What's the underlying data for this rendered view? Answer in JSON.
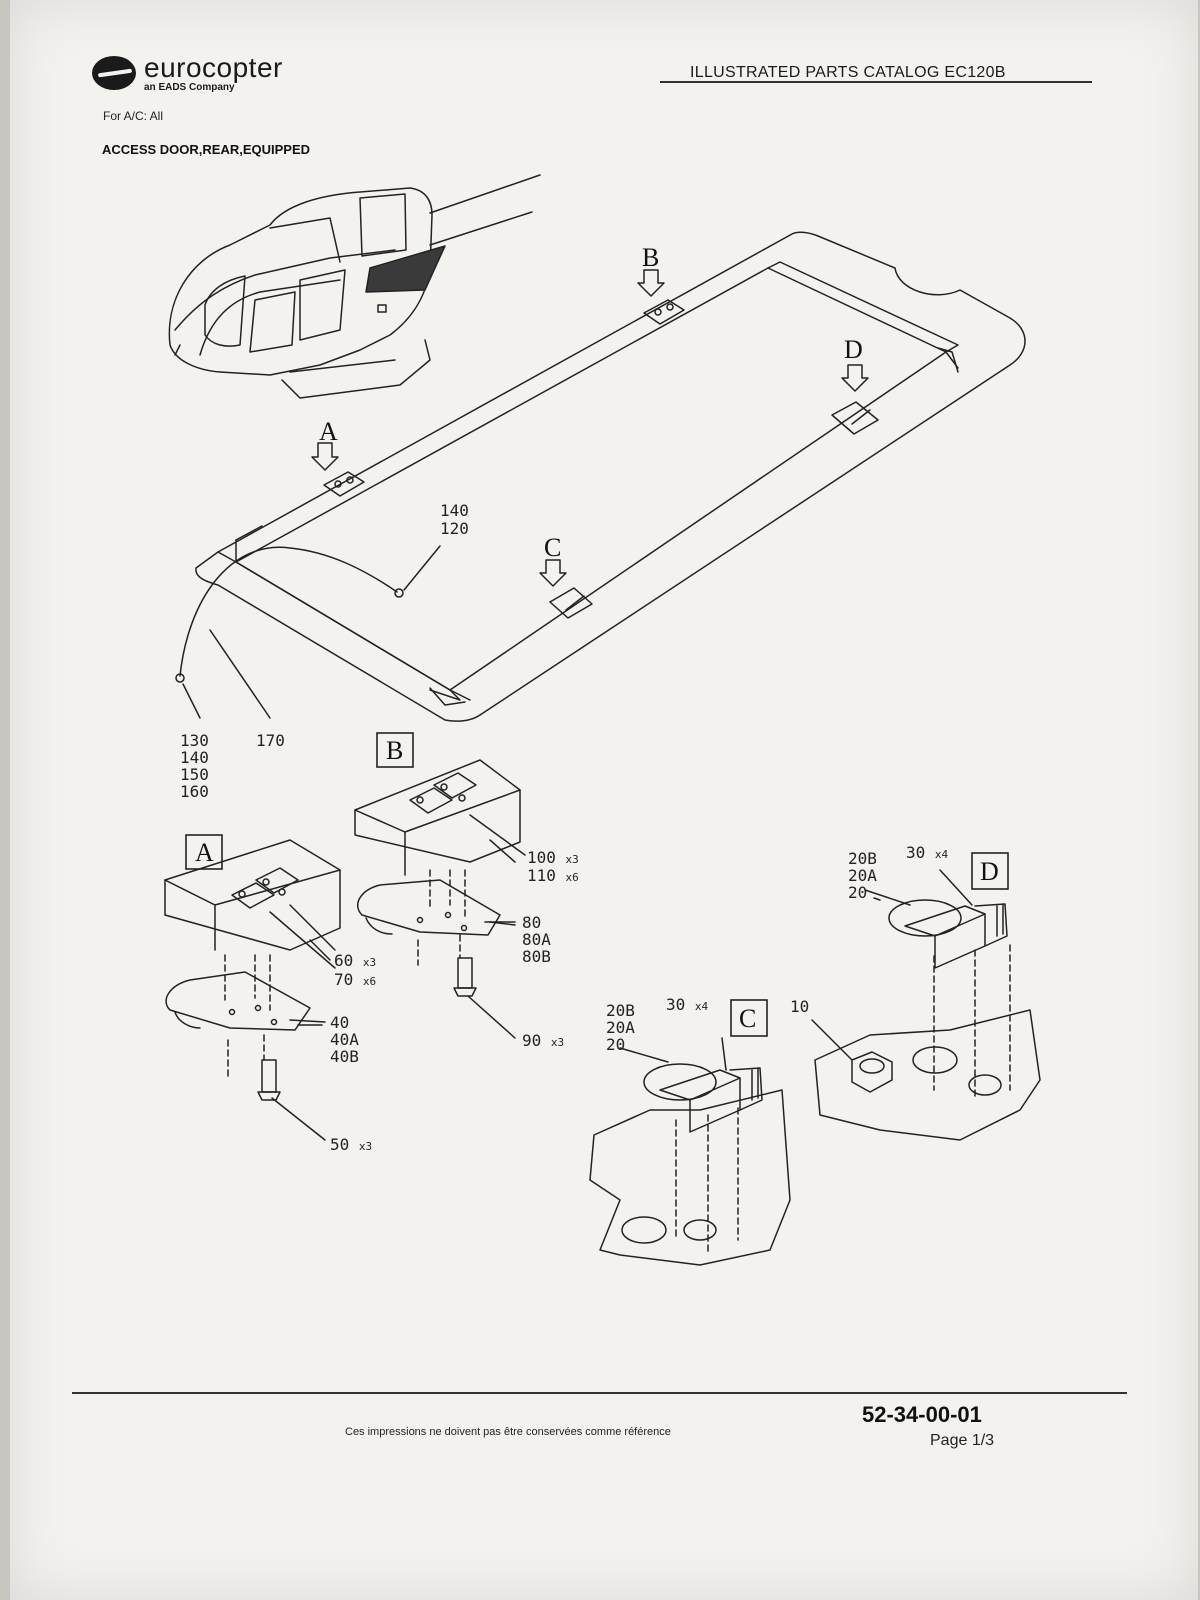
{
  "header": {
    "brand": "eurocopter",
    "brand_sub": "an EADS Company",
    "catalog_title": "ILLUSTRATED PARTS CATALOG EC120B"
  },
  "applicability": "For A/C: All",
  "title": "ACCESS DOOR,REAR,EQUIPPED",
  "views": {
    "a": "A",
    "b": "B",
    "c": "C",
    "d": "D"
  },
  "callouts": {
    "cable_top_1": "140",
    "cable_top_2": "120",
    "cable_bottom": [
      "130",
      "140",
      "150",
      "160"
    ],
    "cable_170": "170",
    "a_60": "60",
    "a_60_mult": "x3",
    "a_70": "70",
    "a_70_mult": "x6",
    "a_40": [
      "40",
      "40A",
      "40B"
    ],
    "a_50": "50",
    "a_50_mult": "x3",
    "b_100": "100",
    "b_100_mult": "x3",
    "b_110": "110",
    "b_110_mult": "x6",
    "b_80": [
      "80",
      "80A",
      "80B"
    ],
    "b_90": "90",
    "b_90_mult": "x3",
    "c_20": [
      "20B",
      "20A",
      "20"
    ],
    "c_30": "30",
    "c_30_mult": "x4",
    "d_20": [
      "20B",
      "20A",
      "20"
    ],
    "d_30": "30",
    "d_30_mult": "x4",
    "d_10": "10"
  },
  "footer": {
    "note": "Ces impressions ne doivent pas être conservées comme référence",
    "doc_number": "52-34-00-01",
    "page": "Page 1/3"
  },
  "colors": {
    "paper": "#f3f2ef",
    "ink": "#1a1a1a",
    "shade": "#333333"
  }
}
